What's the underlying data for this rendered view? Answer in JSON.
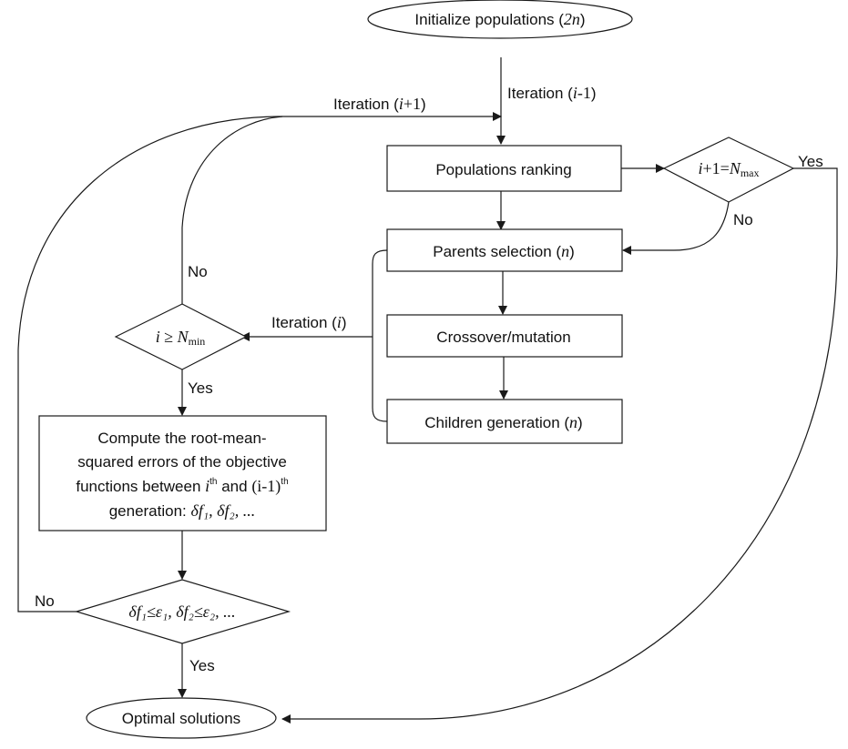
{
  "diagram": {
    "type": "flowchart",
    "nodes": {
      "init": {
        "kind": "terminator",
        "text": "Initialize populations (",
        "var": "2n",
        "close": ")"
      },
      "ranking": {
        "kind": "process",
        "text": "Populations ranking"
      },
      "max_check": {
        "kind": "decision",
        "pre": "i",
        "mid": "+1=",
        "var": "N",
        "sub": "max"
      },
      "parents": {
        "kind": "process",
        "text": "Parents selection (",
        "var": "n",
        "close": ")"
      },
      "crossover": {
        "kind": "process",
        "text": "Crossover/mutation"
      },
      "children": {
        "kind": "process",
        "text": "Children generation (",
        "var": "n",
        "close": ")"
      },
      "min_check": {
        "kind": "decision",
        "pre": "i",
        "mid": " ≥ ",
        "var": "N",
        "sub": "min"
      },
      "compute": {
        "kind": "process",
        "lines": [
          "Compute the root-mean-",
          "squared errors of the objective",
          "functions between",
          "generation:"
        ],
        "i_var": "i",
        "th": "th",
        "and": " and ",
        "im1": "(i-1)",
        "deltas": "δf₁, δf₂, ..."
      },
      "conv_check": {
        "kind": "decision",
        "text": "δf₁≤ε₁, δf₂≤ε₂, ..."
      },
      "optimal": {
        "kind": "terminator",
        "text": "Optimal solutions"
      }
    },
    "edge_labels": {
      "iter_prev": {
        "text": "Iteration (",
        "var": "i",
        "suffix": "-1",
        "close": ")"
      },
      "iter_next": {
        "text": "Iteration (",
        "var": "i",
        "suffix": "+1",
        "close": ")"
      },
      "iter_cur": {
        "text": "Iteration (",
        "var": "i",
        "close": ")"
      },
      "max_yes": "Yes",
      "max_no": "No",
      "min_no": "No",
      "min_yes": "Yes",
      "conv_no": "No",
      "conv_yes": "Yes"
    }
  }
}
